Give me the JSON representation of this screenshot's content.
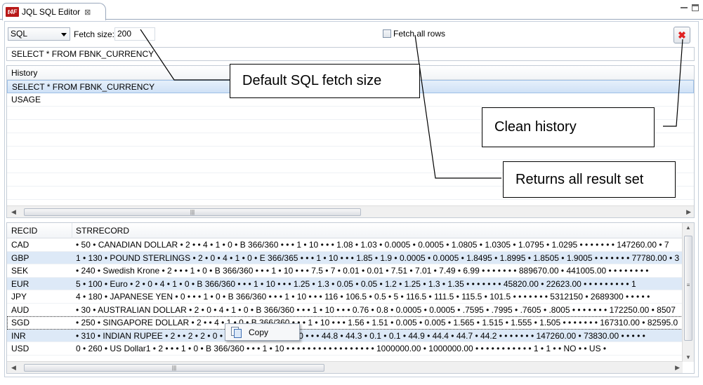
{
  "tab": {
    "logo": "t4F",
    "title": "JQL SQL Editor",
    "close": "⊠"
  },
  "toolbar": {
    "dialect": "SQL",
    "fetch_label": "Fetch size:",
    "fetch_value": "200",
    "fetch_all_label": "Fetch all rows"
  },
  "query": "SELECT * FROM FBNK_CURRENCY",
  "history": {
    "header": "History",
    "items": [
      "SELECT * FROM FBNK_CURRENCY",
      "USAGE"
    ]
  },
  "results": {
    "columns": [
      "RECID",
      "STRRECORD"
    ],
    "rows": [
      {
        "recid": "CAD",
        "record": "• 50 • CANADIAN DOLLAR • 2 • • 4 • 1 • 0 • B 366/360 • • • 1 • 10 • • • 1.08 • 1.03 • 0.0005 • 0.0005 • 1.0805 • 1.0305 • 1.0795 • 1.0295 • • • • • • • 147260.00 • 7"
      },
      {
        "recid": "GBP",
        "record": "1 • 130 • POUND STERLINGS • 2 • 0 • 4 • 1 • 0 • E 366/365 • • • 1 • 10 • • • 1.85 • 1.9 • 0.0005 • 0.0005 • 1.8495 • 1.8995 • 1.8505 • 1.9005 • • • • • • • 77780.00 • 3"
      },
      {
        "recid": "SEK",
        "record": "• 240 • Swedish Krone • 2 • • • 1 • 0 • B 366/360 • • • 1 • 10 • • • 7.5 • 7 • 0.01 • 0.01 • 7.51 • 7.01 • 7.49 • 6.99 • • • • • • • 889670.00 • 441005.00 • • • • • • • •"
      },
      {
        "recid": "EUR",
        "record": "5 • 100 • Euro • 2 • 0 • 4 • 1 • 0 • B 366/360 • • • 1 • 10 • • • 1.25 • 1.3 • 0.05 • 0.05 • 1.2 • 1.25 • 1.3 • 1.35 • • • • • • • 45820.00 • 22623.00 • • • • • • • • • 1"
      },
      {
        "recid": "JPY",
        "record": "4 • 180 • JAPANESE YEN • 0 • • • 1 • 0 • B 366/360 • • • 1 • 10 • • • 116 • 106.5 • 0.5 • 5 • 116.5 • 111.5 • 115.5 • 101.5 • • • • • • • 5312150 • 2689300 • • • • •"
      },
      {
        "recid": "AUD",
        "record": "• 30 • AUSTRALIAN DOLLAR • 2 • 0 • 4 • 1 • 0 • B 366/360 • • • 1 • 10 • • • 0.76 • 0.8 • 0.0005 • 0.0005 • .7595 • .7995 • .7605 • .8005 • • • • • • • 172250.00 • 8507"
      },
      {
        "recid": "SGD",
        "record": "• 250 • SINGAPORE DOLLAR • 2 • • 4 • 1 • 0 • B 366/360 • • • 1 • 10 • • • 1.56 • 1.51 • 0.005 • 0.005 • 1.565 • 1.515 • 1.555 • 1.505 • • • • • • • 167310.00 • 82595.0"
      },
      {
        "recid": "INR",
        "record": "• 310 • INDIAN RUPEE • 2 • • 2 • 2 • 0 • B 366/360 • • • 1 • 10 • • • 44.8 • 44.3 • 0.1 • 0.1 • 44.9 • 44.4 • 44.7 • 44.2 • • • • • • • 147260.00 • 73830.00 • • • • •"
      },
      {
        "recid": "USD",
        "record": "0 • 260 • US Dollar1 • 2 • • • 1 • 0 • B 366/360 • • • 1 • 10 • • • • • • • • • • • • • • • • • 1000000.00 • 1000000.00 • • • • • • • • • • • 1 • 1 • • NO • • US •"
      }
    ]
  },
  "context_menu": {
    "copy_label": "Copy"
  },
  "callouts": {
    "fetch": "Default SQL fetch size",
    "clean": "Clean history",
    "fetch_all": "Returns all result set"
  },
  "colors": {
    "accent": "#b81818",
    "selection": "#cfe1f6",
    "alt_row": "#dde9f7",
    "clean_icon": "#e02020"
  }
}
